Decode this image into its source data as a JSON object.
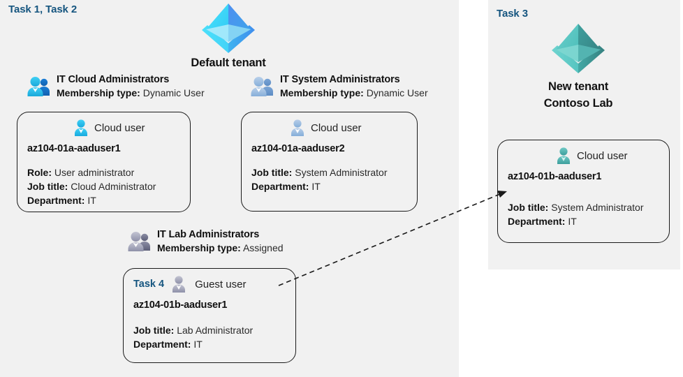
{
  "panels": {
    "default_tenant": {
      "task_label": "Task 1, Task 2",
      "tenant_name": "Default tenant"
    },
    "new_tenant": {
      "task_label": "Task 3",
      "tenant_name_line1": "New  tenant",
      "tenant_name_line2": "Contoso Lab"
    }
  },
  "groups": {
    "cloud_admins": {
      "name": "IT Cloud Administrators",
      "membership_label": "Membership type:",
      "membership_value": "Dynamic User",
      "icon": "group-users-icon"
    },
    "system_admins": {
      "name": "IT System Administrators",
      "membership_label": "Membership type:",
      "membership_value": "Dynamic User",
      "icon": "group-users-icon"
    },
    "lab_admins": {
      "name": "IT Lab Administrators",
      "membership_label": "Membership type:",
      "membership_value": "Assigned",
      "icon": "group-users-icon"
    }
  },
  "cards": {
    "aaduser1_a": {
      "kind": "Cloud user",
      "kind_icon": "cloud-user-icon",
      "user_name": "az104-01a-aaduser1",
      "attrs": [
        {
          "label": "Role:",
          "value": "User administrator"
        },
        {
          "label": "Job title:",
          "value": "Cloud Administrator"
        },
        {
          "label": "Department:",
          "value": "IT"
        }
      ]
    },
    "aaduser2_a": {
      "kind": "Cloud user",
      "kind_icon": "cloud-user-icon",
      "user_name": "az104-01a-aaduser2",
      "attrs": [
        {
          "label": "Job title:",
          "value": "System Administrator"
        },
        {
          "label": "Department:",
          "value": "IT"
        }
      ]
    },
    "aaduser1_b_guest": {
      "task_label": "Task 4",
      "kind": "Guest user",
      "kind_icon": "guest-user-icon",
      "user_name": "az104-01b-aaduser1",
      "attrs": [
        {
          "label": "Job title:",
          "value": "Lab Administrator"
        },
        {
          "label": "Department:",
          "value": "IT"
        }
      ]
    },
    "aaduser1_b_cloud": {
      "kind": "Cloud user",
      "kind_icon": "cloud-user-icon",
      "user_name": "az104-01b-aaduser1",
      "attrs": [
        {
          "label": "Job title:",
          "value": "System Administrator"
        },
        {
          "label": "Department:",
          "value": "IT"
        }
      ]
    }
  },
  "connector": {
    "name": "guest-invitation-arrow",
    "style": "dashed-arrow"
  },
  "colors": {
    "panel_background": "#f1f1f1",
    "task_label": "#15557f",
    "card_border": "#1a1a1a",
    "default_tenant_icon": "#41c8f4",
    "new_tenant_icon": "#4bb9b4",
    "cloud_user_icon": "#27bdef",
    "guest_user_icon": "#9a9cb0"
  }
}
